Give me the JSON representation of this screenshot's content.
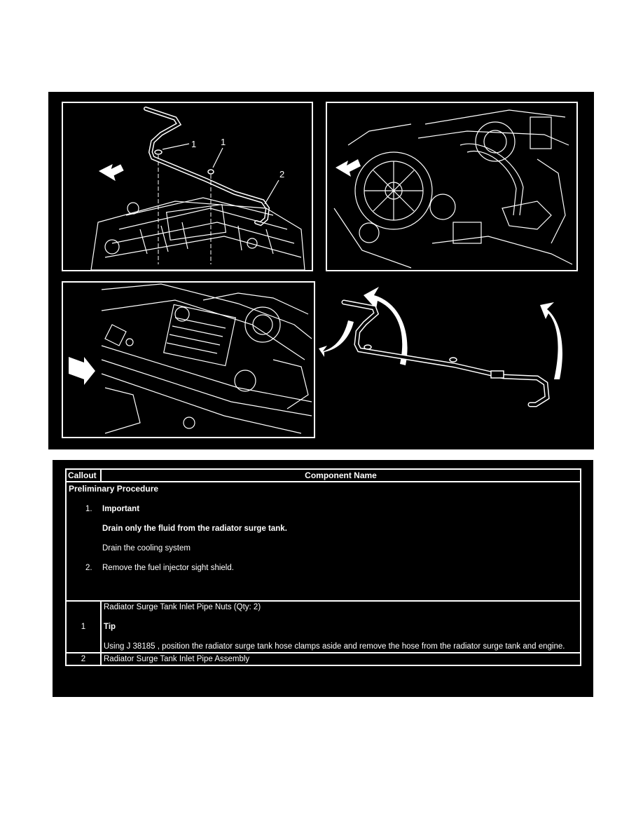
{
  "figure": {
    "panel1_callouts": [
      "1",
      "1",
      "2"
    ]
  },
  "table": {
    "headers": {
      "callout": "Callout",
      "component": "Component Name"
    },
    "preliminary": {
      "title": "Preliminary Procedure",
      "step1_num": "1.",
      "step1_label": "Important",
      "step1_warning": "Drain only the fluid from the radiator surge tank.",
      "step1_text": "Drain the cooling system",
      "step2_num": "2.",
      "step2_text": "Remove the fuel injector sight shield."
    },
    "rows": [
      {
        "callout": "1",
        "name": "Radiator Surge Tank Inlet Pipe Nuts (Qty: 2)",
        "tip_label": "Tip",
        "tip_text": "Using J 38185 , position the radiator surge tank hose clamps aside and remove the hose from the radiator surge tank and engine."
      },
      {
        "callout": "2",
        "name": "Radiator Surge Tank Inlet Pipe Assembly"
      }
    ]
  }
}
